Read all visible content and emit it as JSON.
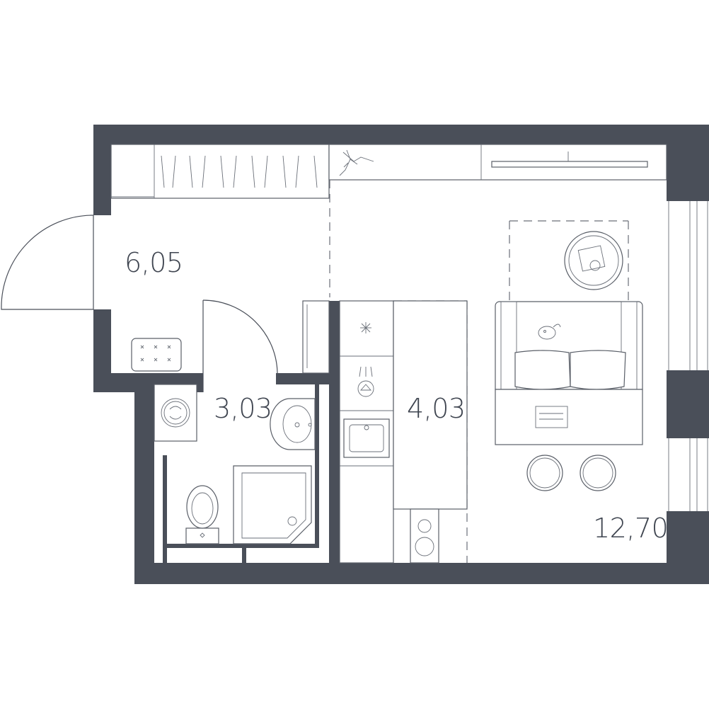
{
  "rooms": [
    {
      "id": "hall",
      "area": "6,05"
    },
    {
      "id": "bathroom",
      "area": "3,03"
    },
    {
      "id": "kitchen",
      "area": "4,03"
    },
    {
      "id": "living",
      "area": "12,70"
    }
  ],
  "colors": {
    "wall": "#4a4f59",
    "line": "#5a5f68",
    "text": "#3f4550",
    "background": "#ffffff"
  }
}
